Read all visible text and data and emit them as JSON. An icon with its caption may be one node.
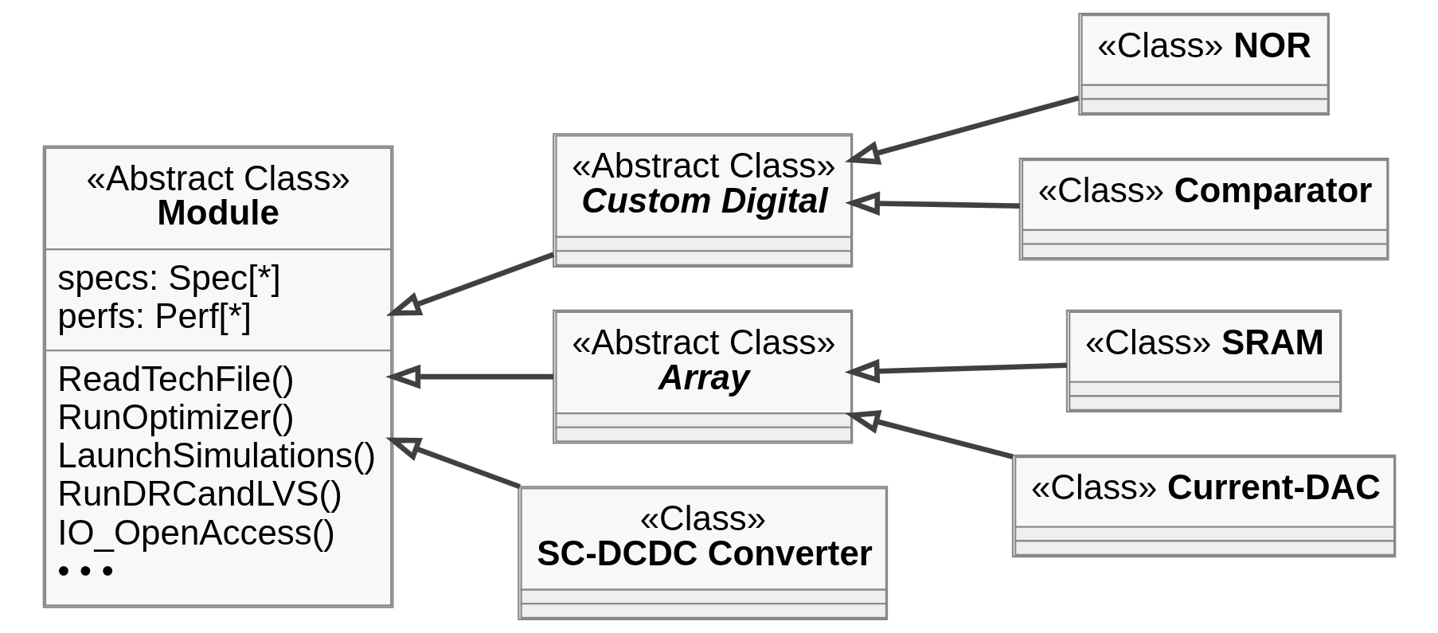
{
  "diagram": {
    "nodes": [
      {
        "text": [
          "«Abstract Class»",
          "Module",
          "specs: Spec[*]",
          "perfs: Perf[*]",
          "ReadTechFile()",
          "RunOptimizer()",
          "LaunchSimulations()",
          "RunDRCandLVS()",
          "IO_OpenAccess()",
          "• • •"
        ]
      },
      {
        "text": [
          "«Abstract Class»",
          "Custom Digital"
        ]
      },
      {
        "text": [
          "«Abstract Class»",
          "Array"
        ]
      },
      {
        "text": [
          "«Class»",
          "SC-DCDC Converter"
        ]
      },
      {
        "text": [
          "«Class»",
          "NOR"
        ]
      },
      {
        "text": [
          "«Class»",
          "Comparator"
        ]
      },
      {
        "text": [
          "«Class»",
          "SRAM"
        ]
      },
      {
        "text": [
          "«Class»",
          "Current-DAC"
        ]
      }
    ],
    "edges": [
      {
        "from": 3,
        "to": 0,
        "arrow": "to"
      },
      {
        "from": 1,
        "to": 0,
        "arrow": "to"
      },
      {
        "from": 2,
        "to": 0,
        "arrow": "to"
      },
      {
        "from": 4,
        "to": 1,
        "arrow": "to"
      },
      {
        "from": 5,
        "to": 1,
        "arrow": "to"
      },
      {
        "from": 6,
        "to": 2,
        "arrow": "to"
      },
      {
        "from": 7,
        "to": 2,
        "arrow": "to"
      }
    ]
  }
}
